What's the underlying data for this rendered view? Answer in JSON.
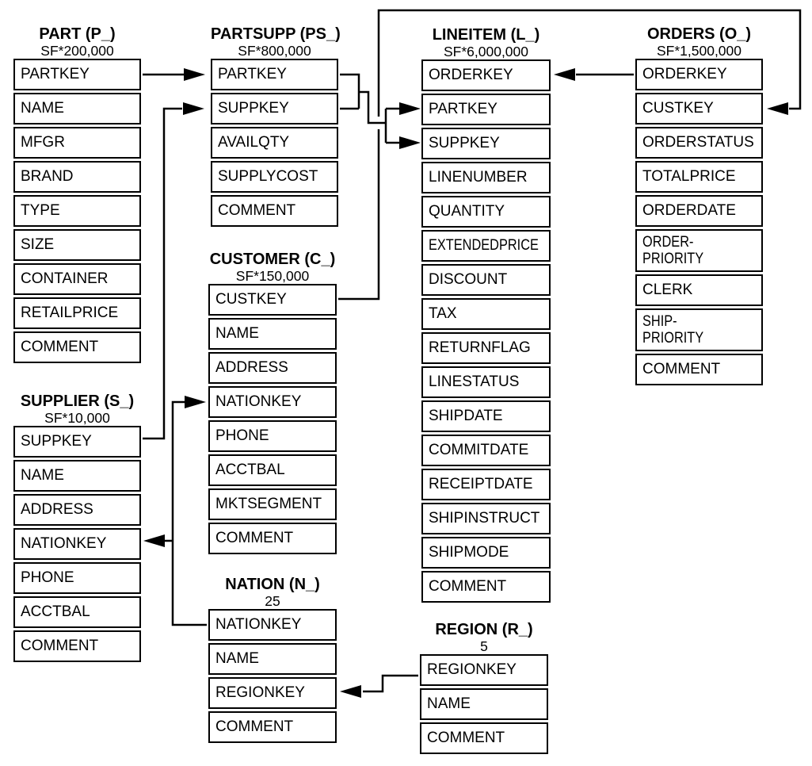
{
  "colors": {
    "line": "#000000",
    "background": "#ffffff",
    "text": "#000000"
  },
  "tables": [
    {
      "id": "part",
      "title": "PART (P_)",
      "cardinality": "SF*200,000",
      "columns": [
        "PARTKEY",
        "NAME",
        "MFGR",
        "BRAND",
        "TYPE",
        "SIZE",
        "CONTAINER",
        "RETAILPRICE",
        "COMMENT"
      ]
    },
    {
      "id": "partsupp",
      "title": "PARTSUPP (PS_)",
      "cardinality": "SF*800,000",
      "columns": [
        "PARTKEY",
        "SUPPKEY",
        "AVAILQTY",
        "SUPPLYCOST",
        "COMMENT"
      ]
    },
    {
      "id": "lineitem",
      "title": "LINEITEM (L_)",
      "cardinality": "SF*6,000,000",
      "columns": [
        "ORDERKEY",
        "PARTKEY",
        "SUPPKEY",
        "LINENUMBER",
        "QUANTITY",
        "EXTENDEDPRICE",
        "DISCOUNT",
        "TAX",
        "RETURNFLAG",
        "LINESTATUS",
        "SHIPDATE",
        "COMMITDATE",
        "RECEIPTDATE",
        "SHIPINSTRUCT",
        "SHIPMODE",
        "COMMENT"
      ]
    },
    {
      "id": "orders",
      "title": "ORDERS (O_)",
      "cardinality": "SF*1,500,000",
      "columns": [
        "ORDERKEY",
        "CUSTKEY",
        "ORDERSTATUS",
        "TOTALPRICE",
        "ORDERDATE",
        "ORDER-\nPRIORITY",
        "CLERK",
        "SHIP-\nPRIORITY",
        "COMMENT"
      ]
    },
    {
      "id": "supplier",
      "title": "SUPPLIER (S_)",
      "cardinality": "SF*10,000",
      "columns": [
        "SUPPKEY",
        "NAME",
        "ADDRESS",
        "NATIONKEY",
        "PHONE",
        "ACCTBAL",
        "COMMENT"
      ]
    },
    {
      "id": "customer",
      "title": "CUSTOMER (C_)",
      "cardinality": "SF*150,000",
      "columns": [
        "CUSTKEY",
        "NAME",
        "ADDRESS",
        "NATIONKEY",
        "PHONE",
        "ACCTBAL",
        "MKTSEGMENT",
        "COMMENT"
      ]
    },
    {
      "id": "nation",
      "title": "NATION (N_)",
      "cardinality": "25",
      "columns": [
        "NATIONKEY",
        "NAME",
        "REGIONKEY",
        "COMMENT"
      ]
    },
    {
      "id": "region",
      "title": "REGION (R_)",
      "cardinality": "5",
      "columns": [
        "REGIONKEY",
        "NAME",
        "COMMENT"
      ]
    }
  ],
  "relationships": [
    {
      "from": "PART.PARTKEY",
      "to": "PARTSUPP.PARTKEY"
    },
    {
      "from": "SUPPLIER.SUPPKEY",
      "to": "PARTSUPP.SUPPKEY"
    },
    {
      "from": "PARTSUPP.PARTKEY",
      "to": "LINEITEM.PARTKEY"
    },
    {
      "from": "PARTSUPP.SUPPKEY",
      "to": "LINEITEM.SUPPKEY"
    },
    {
      "from": "ORDERS.ORDERKEY",
      "to": "LINEITEM.ORDERKEY"
    },
    {
      "from": "CUSTOMER.CUSTKEY",
      "to": "ORDERS.CUSTKEY"
    },
    {
      "from": "NATION.NATIONKEY",
      "to": "CUSTOMER.NATIONKEY"
    },
    {
      "from": "NATION.NATIONKEY",
      "to": "SUPPLIER.NATIONKEY"
    },
    {
      "from": "REGION.REGIONKEY",
      "to": "NATION.REGIONKEY"
    }
  ]
}
